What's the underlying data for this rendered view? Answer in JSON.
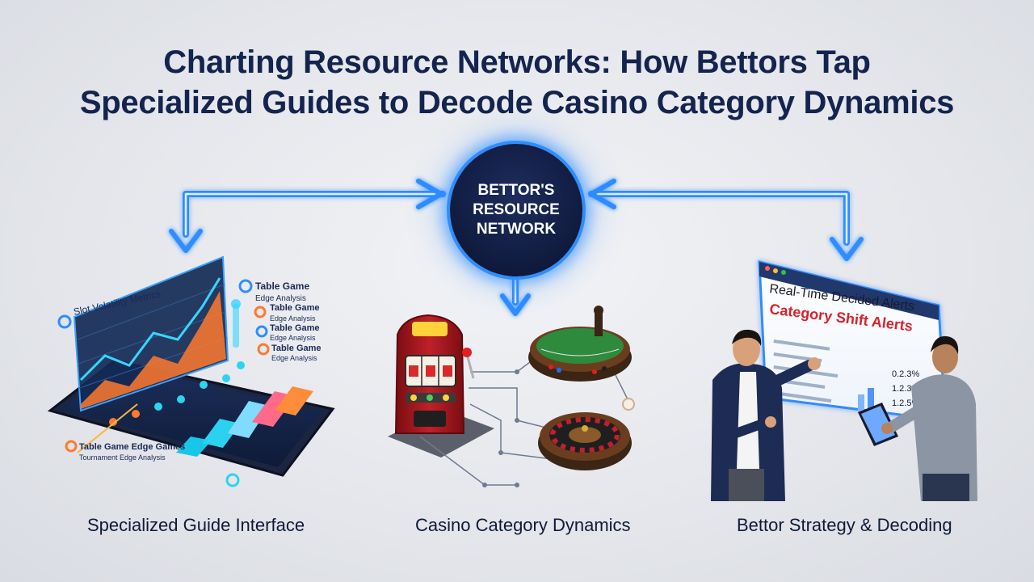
{
  "title": {
    "line1": "Charting Resource Networks: How Bettors Tap",
    "line2": "Specialized Guides to Decode Casino Category Dynamics"
  },
  "hub": {
    "line1": "BETTOR'S",
    "line2": "RESOURCE",
    "line3": "NETWORK"
  },
  "panels": {
    "left": {
      "caption": "Specialized Guide Interface",
      "labels": {
        "slot_metrics": "Slot Volatility Metrics",
        "table_game_1": "Table Game",
        "table_game_1_sub": "Edge Analysis",
        "table_game_2": "Table Game",
        "table_game_2_sub": "Edge Analysis",
        "table_game_3": "Table Game",
        "table_game_3_sub": "Edge Analysis",
        "table_game_4": "Table Game",
        "table_game_4_sub": "Edge Analysis",
        "table_game_5": "Table Game Edge Games",
        "table_game_5_sub": "Tournament Edge Analysis"
      }
    },
    "center": {
      "caption": "Casino Category Dynamics"
    },
    "right": {
      "caption": "Bettor Strategy & Decoding",
      "screen": {
        "header": "Real-Time Decided Alerts",
        "subheader": "Category Shift Alerts",
        "value1": "0.2.3%",
        "value2": "1.2.3%",
        "value3": "1.2.5%"
      }
    }
  },
  "colors": {
    "title": "#14244f",
    "accent_blue": "#2e8dff",
    "hub_fill": "#0f1a3d",
    "alert_red": "#d8222a"
  }
}
